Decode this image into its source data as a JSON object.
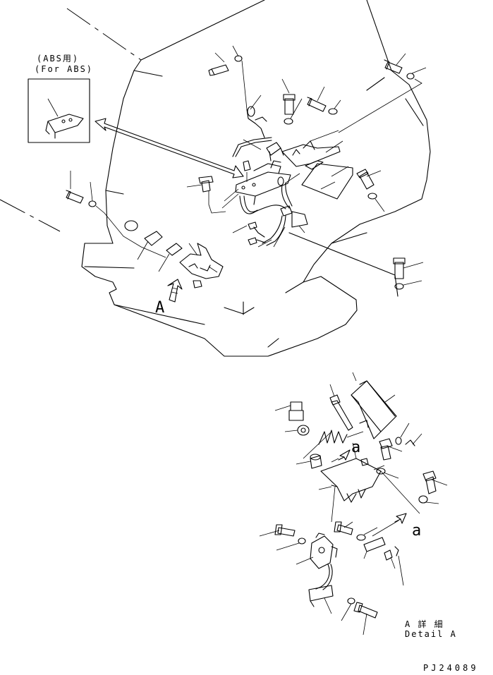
{
  "inset": {
    "label_jp": "(ABS用)",
    "label_en": "(For ABS)"
  },
  "view_marker": "A",
  "detail_marker": "a",
  "detail_caption": {
    "jp": "A 詳 細",
    "en": "Detail A"
  },
  "drawing_number": "PJ24089"
}
